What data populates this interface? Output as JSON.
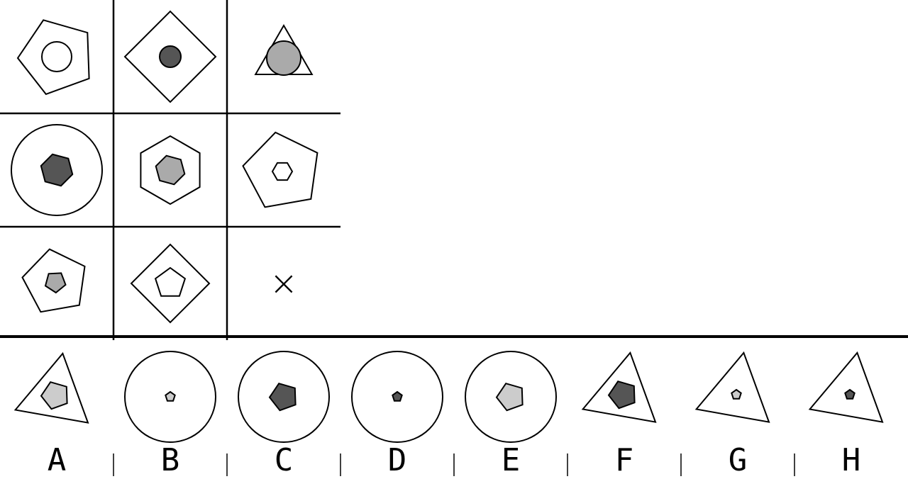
{
  "puzzle": {
    "missing_marker": "×",
    "grid": [
      {
        "id": "r1c1",
        "outer": {
          "shape": "pentagon"
        },
        "inner": {
          "shape": "circle",
          "fill": "#ffffff"
        }
      },
      {
        "id": "r1c2",
        "outer": {
          "shape": "diamond"
        },
        "inner": {
          "shape": "circle",
          "fill": "#555555"
        }
      },
      {
        "id": "r1c3",
        "outer": {
          "shape": "triangle"
        },
        "inner": {
          "shape": "circle",
          "fill": "#aaaaaa"
        }
      },
      {
        "id": "r2c1",
        "outer": {
          "shape": "circle"
        },
        "inner": {
          "shape": "hexagon",
          "fill": "#555555"
        }
      },
      {
        "id": "r2c2",
        "outer": {
          "shape": "hexagon"
        },
        "inner": {
          "shape": "hexagon",
          "fill": "#aaaaaa"
        }
      },
      {
        "id": "r2c3",
        "outer": {
          "shape": "pentagon"
        },
        "inner": {
          "shape": "hexagon",
          "fill": "#ffffff"
        }
      },
      {
        "id": "r3c1",
        "outer": {
          "shape": "pentagon"
        },
        "inner": {
          "shape": "pentagon",
          "fill": "#aaaaaa"
        }
      },
      {
        "id": "r3c2",
        "outer": {
          "shape": "diamond"
        },
        "inner": {
          "shape": "pentagon",
          "fill": "#ffffff"
        }
      },
      {
        "id": "r3c3",
        "missing": true
      }
    ],
    "options": [
      {
        "label": "A",
        "outer": {
          "shape": "triangle"
        },
        "inner": {
          "shape": "pentagon",
          "fill": "#cccccc"
        }
      },
      {
        "label": "B",
        "outer": {
          "shape": "circle"
        },
        "inner": {
          "shape": "pentagon",
          "fill": "#cccccc"
        }
      },
      {
        "label": "C",
        "outer": {
          "shape": "circle"
        },
        "inner": {
          "shape": "pentagon",
          "fill": "#555555"
        }
      },
      {
        "label": "D",
        "outer": {
          "shape": "circle"
        },
        "inner": {
          "shape": "pentagon",
          "fill": "#555555"
        }
      },
      {
        "label": "E",
        "outer": {
          "shape": "circle"
        },
        "inner": {
          "shape": "pentagon",
          "fill": "#cccccc"
        }
      },
      {
        "label": "F",
        "outer": {
          "shape": "triangle"
        },
        "inner": {
          "shape": "pentagon",
          "fill": "#555555"
        }
      },
      {
        "label": "G",
        "outer": {
          "shape": "triangle"
        },
        "inner": {
          "shape": "pentagon",
          "fill": "#cccccc"
        }
      },
      {
        "label": "H",
        "outer": {
          "shape": "triangle"
        },
        "inner": {
          "shape": "pentagon",
          "fill": "#555555"
        }
      }
    ]
  }
}
